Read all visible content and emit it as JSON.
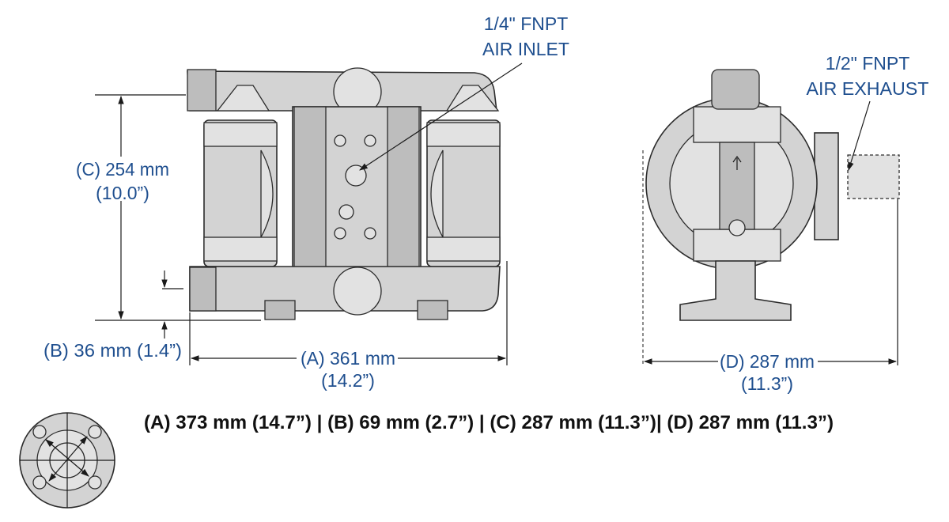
{
  "labels": {
    "air_inlet_size": "1/4\" FNPT",
    "air_inlet": "AIR INLET",
    "air_exhaust_size": "1/2\" FNPT",
    "air_exhaust": "AIR EXHAUST",
    "dim_c_mm": "(C) 254 mm",
    "dim_c_in": "(10.0”)",
    "dim_b": "(B) 36 mm (1.4”)",
    "dim_a_mm": "(A) 361 mm",
    "dim_a_in": "(14.2”)",
    "dim_d_mm": "(D) 287 mm",
    "dim_d_in": "(11.3”)"
  },
  "summary": "(A) 373 mm (14.7”) | (B) 69 mm (2.7”) | (C) 287 mm (11.3”)| (D) 287 mm (11.3”)",
  "colors": {
    "label": "#1f4f8f",
    "body": "#d3d3d3"
  }
}
